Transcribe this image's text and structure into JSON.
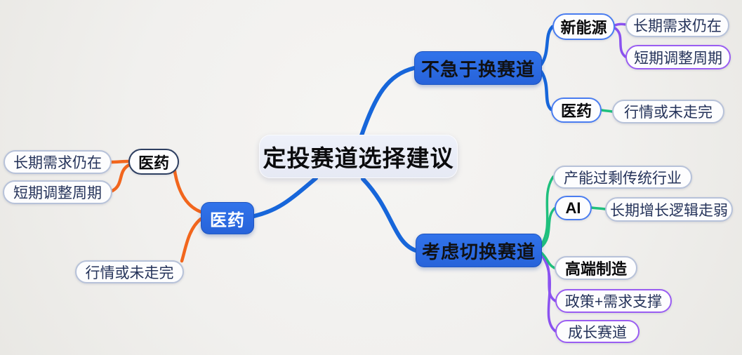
{
  "map": {
    "root": {
      "label": "定投赛道选择建议"
    },
    "right_top": {
      "label": "不急于换赛道",
      "xinnengyuan": {
        "label": "新能源",
        "c1": "长期需求仍在",
        "c2": "短期调整周期"
      },
      "yiyao": {
        "label": "医药",
        "c1": "行情或未走完"
      }
    },
    "right_bottom": {
      "label": "考虑切换赛道",
      "c1": "产能过剩传统行业",
      "ai": {
        "label": "AI",
        "c1": "长期增长逻辑走弱"
      },
      "c3": "高端制造",
      "c4": "政策+需求支撑",
      "c5": "成长赛道"
    },
    "left": {
      "label": "医药",
      "yiyao": {
        "label": "医药",
        "c1": "长期需求仍在",
        "c2": "短期调整周期"
      },
      "c2": "行情或未走完"
    }
  },
  "colors": {
    "branch_fill": "#2b6ae3",
    "root_fill": "#eaedf7",
    "line_blue": "#1766da",
    "line_orange": "#f2661d",
    "line_green": "#1fc07d",
    "line_purple": "#8b52f0",
    "border_blue": "#4a7df0",
    "border_purple": "#9a5df2",
    "border_steel": "#b7c2d9",
    "border_navy": "#2e3f61"
  }
}
